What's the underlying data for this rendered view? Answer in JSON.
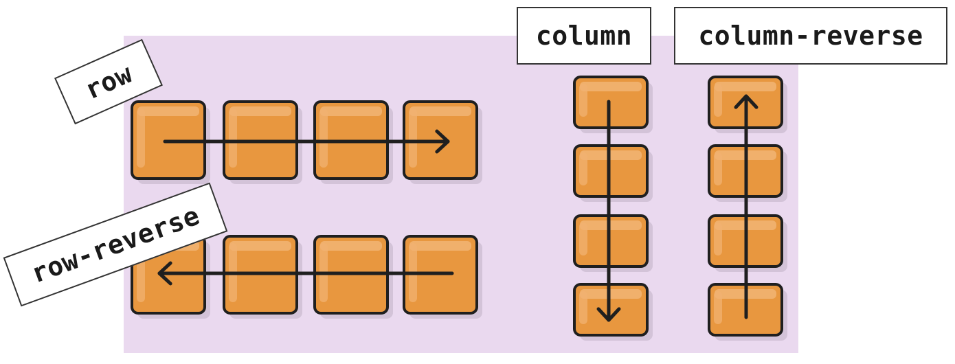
{
  "labels": {
    "row": "row",
    "row_reverse": "row-reverse",
    "column": "column",
    "column_reverse": "column-reverse"
  },
  "colors": {
    "container": "#ead9ef",
    "item_fill": "#e8973f",
    "item_highlight": "#f1b271",
    "item_shadow": "#d3c3d8",
    "outline": "#1f1f1f",
    "arrow": "#1f1f1f"
  },
  "groups": [
    {
      "name": "row",
      "direction": "left-to-right",
      "item_count": 4
    },
    {
      "name": "row-reverse",
      "direction": "right-to-left",
      "item_count": 4
    },
    {
      "name": "column",
      "direction": "top-to-bottom",
      "item_count": 4
    },
    {
      "name": "column-reverse",
      "direction": "bottom-to-top",
      "item_count": 4
    }
  ]
}
